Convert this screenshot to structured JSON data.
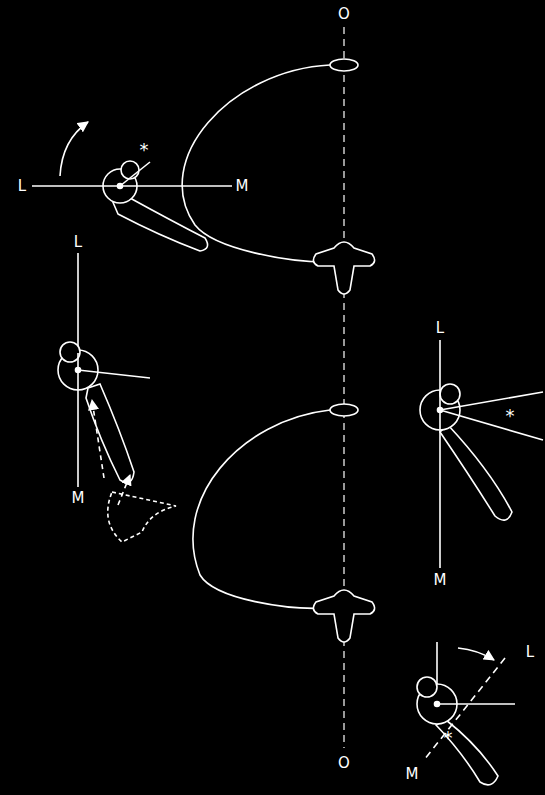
{
  "diagram": {
    "labels": [
      "O",
      "L",
      "M",
      "*",
      "L",
      "M",
      "L",
      "M",
      "*",
      "L",
      "*",
      "M",
      "O"
    ]
  }
}
